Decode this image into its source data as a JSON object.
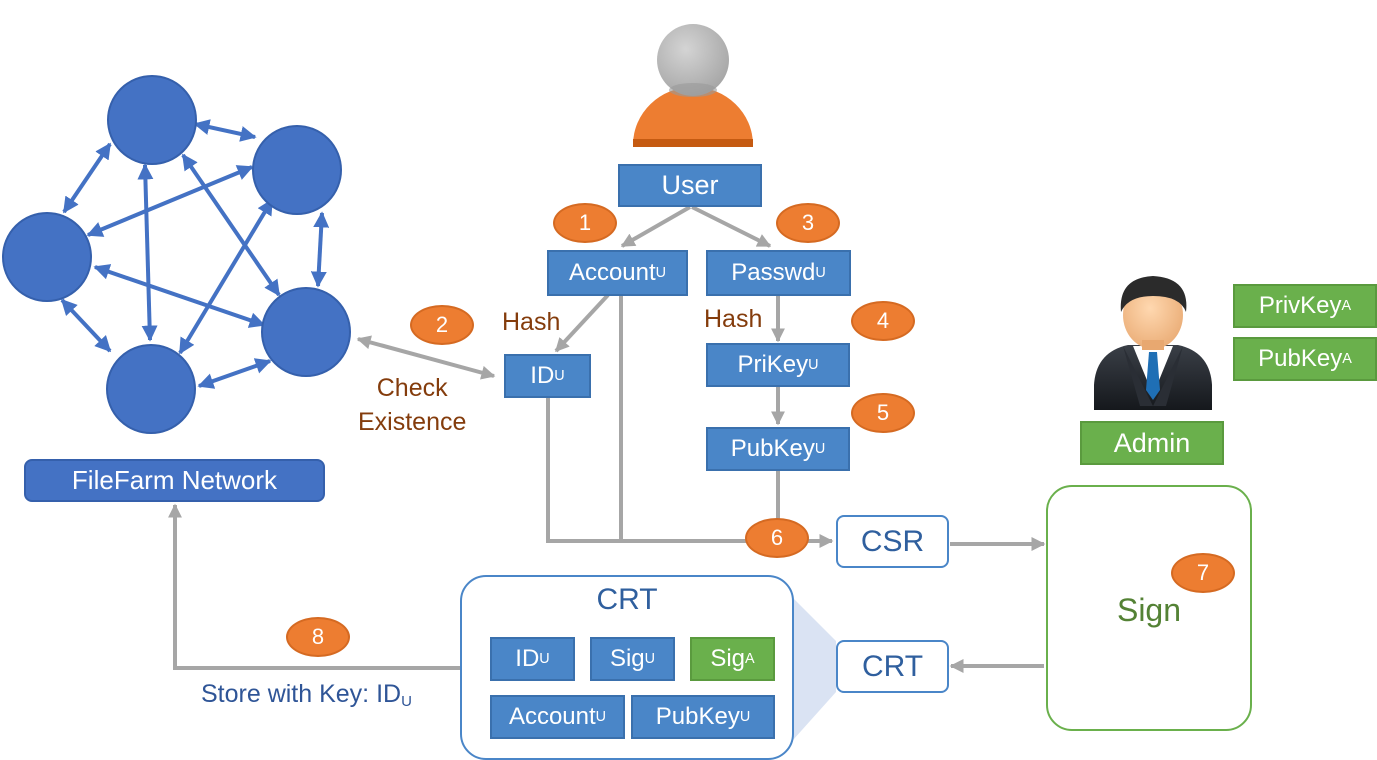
{
  "network": {
    "label": "FileFarm Network"
  },
  "user": {
    "label": "User"
  },
  "admin": {
    "label": "Admin"
  },
  "boxes": {
    "account": {
      "text": "Account",
      "sub": "U"
    },
    "passwd": {
      "text": "Passwd",
      "sub": "U"
    },
    "id": {
      "text": "ID",
      "sub": "U"
    },
    "prikey": {
      "text": "PriKey",
      "sub": "U"
    },
    "pubkey": {
      "text": "PubKey",
      "sub": "U"
    },
    "privkey_a": {
      "text": "PrivKey",
      "sub": "A"
    },
    "pubkey_a": {
      "text": "PubKey",
      "sub": "A"
    },
    "csr": "CSR",
    "crt_small": "CRT"
  },
  "labels": {
    "hash_left": "Hash",
    "hash_right": "Hash",
    "check_line1": "Check",
    "check_line2": "Existence",
    "store": {
      "text": "Store with Key: ID",
      "sub": "U"
    }
  },
  "sign": {
    "label": "Sign"
  },
  "crt": {
    "title": "CRT",
    "fields": {
      "id": {
        "text": "ID",
        "sub": "U"
      },
      "sig_u": {
        "text": "Sig",
        "sub": "U"
      },
      "sig_a": {
        "text": "Sig",
        "sub": "A"
      },
      "account": {
        "text": "Account",
        "sub": "U"
      },
      "pubkey": {
        "text": "PubKey",
        "sub": "U"
      }
    }
  },
  "steps": [
    "1",
    "2",
    "3",
    "4",
    "5",
    "6",
    "7",
    "8"
  ],
  "colors": {
    "node_blue": "#4472c4",
    "box_blue": "#4a86c8",
    "admin_green": "#6ab04c",
    "step_orange": "#ed7d31",
    "arrow_gray": "#a6a6a6",
    "text_brown": "#843c0c"
  }
}
